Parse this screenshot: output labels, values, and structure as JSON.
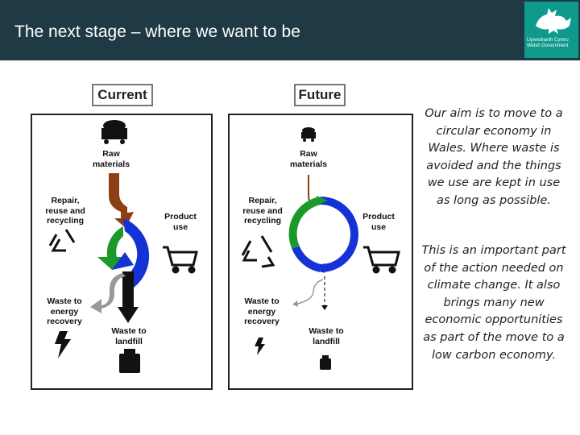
{
  "header": {
    "title": "The next stage – where we want to be",
    "logo": {
      "line1": "Llywodraeth Cymru",
      "line2": "Welsh Government",
      "icon": "welsh-dragon-icon"
    }
  },
  "current": {
    "label": "Current",
    "raw_materials": [
      "Raw",
      "materials"
    ],
    "repair": [
      "Repair,",
      "reuse and",
      "recycling"
    ],
    "product_use": [
      "Product",
      "use"
    ],
    "waste_energy": [
      "Waste to",
      "energy",
      "recovery"
    ],
    "waste_landfill": [
      "Waste to",
      "landfill"
    ]
  },
  "future": {
    "label": "Future",
    "raw_materials": [
      "Raw",
      "materials"
    ],
    "repair": [
      "Repair,",
      "reuse and",
      "recycling"
    ],
    "product_use": [
      "Product",
      "use"
    ],
    "waste_energy": [
      "Waste to",
      "energy",
      "recovery"
    ],
    "waste_landfill": [
      "Waste to",
      "landfill"
    ]
  },
  "colors": {
    "header_bg": "#1f3a44",
    "logo_bg": "#0e9a8c",
    "green": "#1a9a2a",
    "blue": "#1432d6",
    "brown": "#9a4a1a"
  },
  "text": {
    "aim": "Our aim is to move to a circular economy in Wales. Where waste is avoided and the things we use are kept in use as long as possible.",
    "importance": "This is an important part of the action needed on climate change. It also brings many new economic opportunities as part of the move to a low carbon economy."
  }
}
